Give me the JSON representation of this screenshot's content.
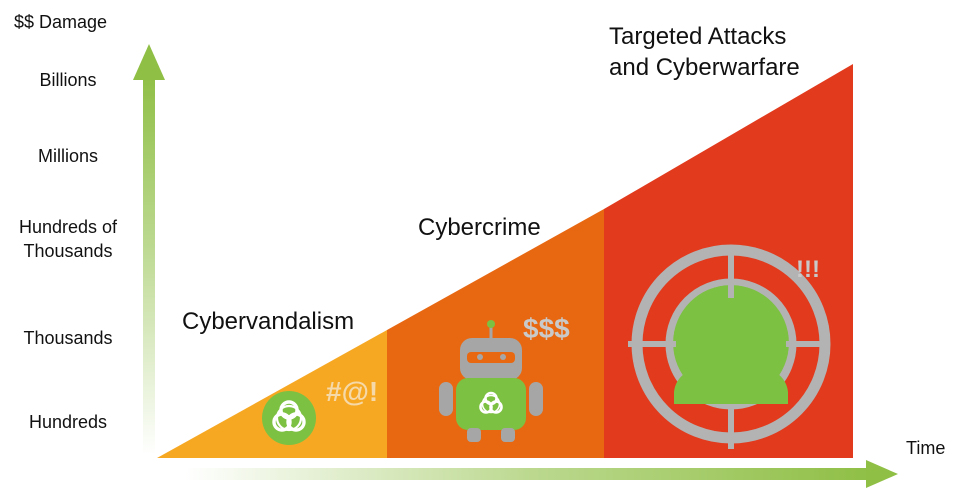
{
  "axis": {
    "y_title": "$$ Damage",
    "x_title": "Time",
    "y_levels": [
      "Billions",
      "Millions",
      "Hundreds of\nThousands",
      "Thousands",
      "Hundreds"
    ]
  },
  "stages": [
    {
      "title": "Cybervandalism",
      "symbol": "#@!",
      "icon": "biohazard-icon",
      "color": "#f7a823"
    },
    {
      "title": "Cybercrime",
      "symbol": "$$$",
      "icon": "robot-biohazard-icon",
      "color": "#e86812"
    },
    {
      "title": "Targeted Attacks\nand Cyberwarfare",
      "symbol": "!!!",
      "icon": "crosshair-target-icon",
      "color": "#e23a1d"
    }
  ],
  "colors": {
    "axis_green": "#8fbf45",
    "icon_green": "#7dc142",
    "icon_gray": "#a6a6a6",
    "symbol_gray": "#c9c9c9"
  }
}
